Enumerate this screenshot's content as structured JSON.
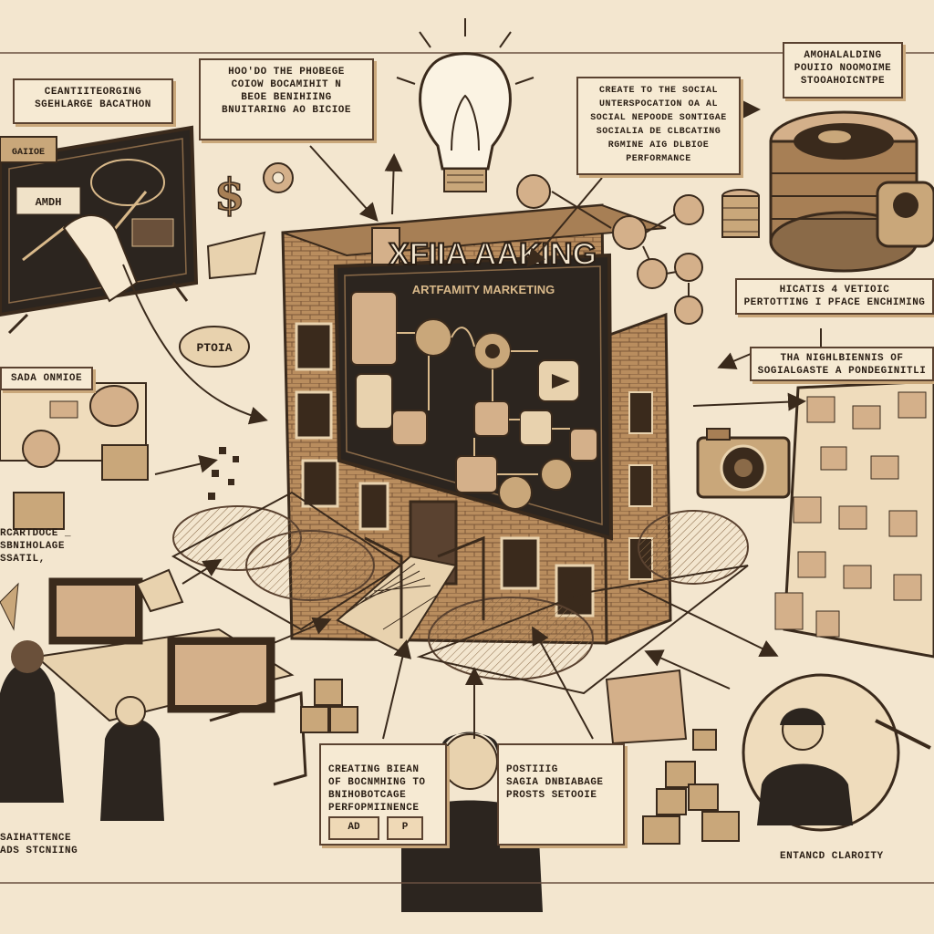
{
  "sign": {
    "title": "XFIIA AAKING",
    "subtitle": "ARTFAMITY MARKETING"
  },
  "callouts": {
    "top_left": "CEANTIITEORGING\nSGEHLARGE BACATHON",
    "top_center": "HOO'DO THE PHOBEGE\nCOIOW BOCAMIHIT N\nBEOE BENIHIING\nBNUITARING AO BICIOE",
    "top_right_social": "CREATE TO THE SOCIAL\nUNTERSPOCATION OA AL\nSOCIAL NEPOODE SONTIGAE\nSOCIALIA DE CLBCATING\nRGMINE AIG DLBIOE\nPERFORMANCE",
    "far_right": "AMOHALALDING\nPOUIIO NOOMOIME\nSTOOAHOICNTPE",
    "badge_left": "PTOIA",
    "left_middle": "SADA ONMIOE",
    "right_middle_1": "HICATIS      4 VETIOIC\nPERTOTTING I PFACE ENCHIMING",
    "right_middle_2": "THA NIGHLBIENNIS OF\nSOGIALGASTE A PONDEGINITLI",
    "bottom_left_block": "RCARTDOCE _\nSBNIHOLAGE\nSSATIL,",
    "bottom_center_left": "CREATING BIEAN\nOF BOCNMHING TO\nBNIHOBOTCAGE\nPERFOPMIINENCE",
    "bottom_center_right": "POSTIIIG\nSAGIA DNBIABAGE\nPROSTS SETOOIE",
    "bottom_left_caption": "SAIHATTENCE\nADS STCNIING",
    "bottom_right_caption": "ENTANCD CLAROITY"
  },
  "buttons": {
    "ad": "AD",
    "p": "P"
  },
  "board_left_label": "AMDH",
  "sticky_top_left": "GAIIOE"
}
